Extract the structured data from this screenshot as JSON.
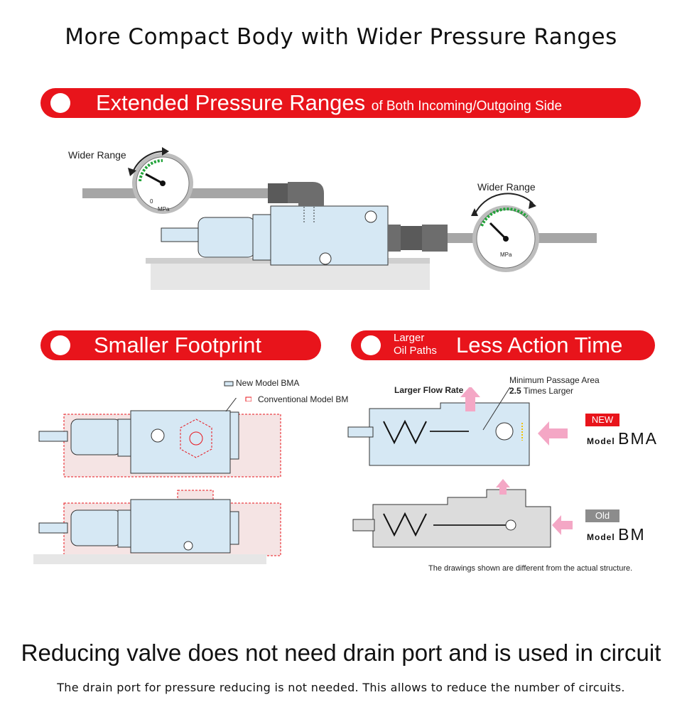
{
  "title": "More Compact Body with Wider Pressure Ranges",
  "section1": {
    "heading_big": "Extended Pressure Ranges",
    "heading_small": "of Both Incoming/Outgoing Side"
  },
  "gauges": {
    "left": {
      "range_label": "Wider Range",
      "unit": "MPa",
      "zero": "0"
    },
    "right": {
      "range_label": "Wider Range",
      "unit": "MPa"
    }
  },
  "section2": {
    "heading": "Smaller Footprint",
    "legend_new": "New Model BMA",
    "legend_old": "Conventional Model BM"
  },
  "section3": {
    "heading_small_1": "Larger",
    "heading_small_2": "Oil Paths",
    "heading_big": "Less Action Time",
    "flow_rate": "Larger Flow Rate",
    "passage_1": "Minimum Passage Area",
    "passage_2_bold": "2.5",
    "passage_2_rest": " Times Larger",
    "badge_new": "NEW",
    "badge_old": "Old",
    "model_word": "Model",
    "model_new": "BMA",
    "model_old": "BM",
    "note": "The drawings shown are different from the actual structure."
  },
  "bottom": {
    "heading": "Reducing valve does not need drain port and is used in circuit",
    "text": "The drain port for pressure reducing is not needed. This allows to reduce the number of circuits."
  },
  "colors": {
    "red": "#e8141b",
    "body_blue": "#d6e8f4",
    "pink": "#f4a7c5",
    "gauge_green": "#22a33a",
    "badge_gray": "#8c8c8c"
  }
}
